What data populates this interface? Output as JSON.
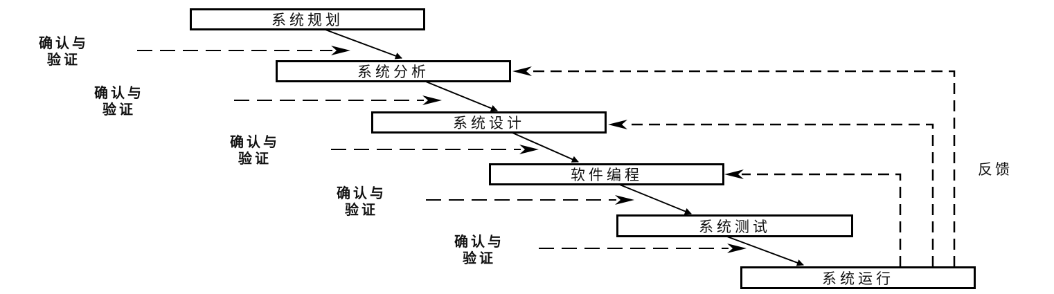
{
  "diagram": {
    "stages": [
      {
        "label": "系统规划"
      },
      {
        "label": "系统分析"
      },
      {
        "label": "系统设计"
      },
      {
        "label": "软件编程"
      },
      {
        "label": "系统测试"
      },
      {
        "label": "系统运行"
      }
    ],
    "verification": [
      {
        "line1": "确认与",
        "line2": "验证"
      },
      {
        "line1": "确认与",
        "line2": "验证"
      },
      {
        "line1": "确认与",
        "line2": "验证"
      },
      {
        "line1": "确认与",
        "line2": "验证"
      },
      {
        "line1": "确认与",
        "line2": "验证"
      }
    ],
    "feedback_label": "反馈"
  }
}
